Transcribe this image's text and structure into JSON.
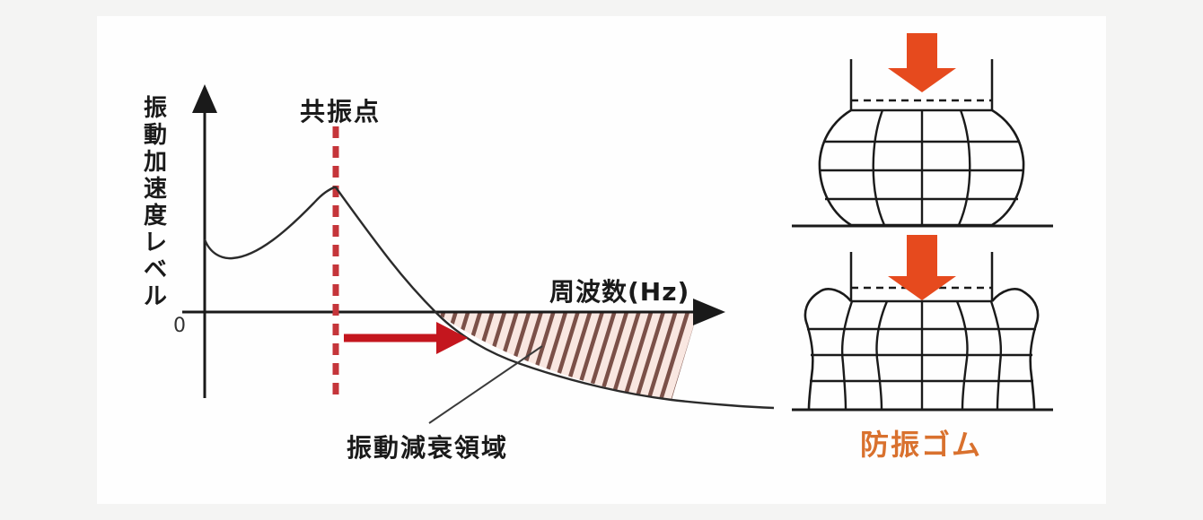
{
  "colors": {
    "page_background": "#f4f4f3",
    "panel_background": "#fefefe",
    "line_black": "#1a1a1a",
    "curve_gray": "#2b2b2b",
    "accent_red": "#c4161e",
    "dashed_red": "#c5353a",
    "accent_orange": "#e64a1e",
    "caption_orange": "#d9712e",
    "hatch_stripe": "#7b5048",
    "hatch_background": "#f9e7e1"
  },
  "chart": {
    "y_axis_label": "振動加速度レベル",
    "x_axis_label": "周波数(Hz)",
    "origin_label": "0",
    "resonance_label": "共振点",
    "damping_region_label": "振動減衰領域"
  },
  "illustration": {
    "caption": "防振ゴム"
  },
  "chart_data": {
    "type": "line",
    "title": "",
    "xlabel": "周波数(Hz)",
    "ylabel": "振動加速度レベル",
    "origin_tick": "0",
    "grid": false,
    "annotations": [
      {
        "label": "共振点",
        "marker": "red dashed vertical line at the curve peak"
      },
      {
        "label": "振動減衰領域",
        "marker": "hatched region between x-axis and decaying curve, pointed to by a thin line"
      }
    ],
    "series": [
      {
        "name": "振動加速度レベル",
        "shape": "starts at mid level, dips slightly, rises to a sharp peak at 共振点, then decays past the x-axis and flattens toward high frequency"
      }
    ],
    "extra_markers": [
      "red horizontal arrow pointing right from the resonance dashed line toward the damping region"
    ]
  }
}
